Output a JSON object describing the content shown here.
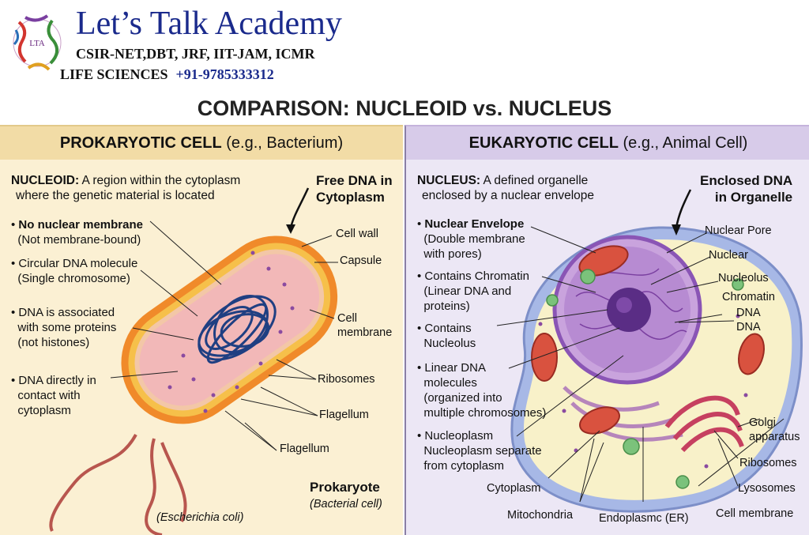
{
  "brand": {
    "logo_text": "LTA",
    "title": "Let’s Talk Academy",
    "exams": "CSIR-NET,DBT, JRF, IIT-JAM, ICMR",
    "subject": "LIFE SCIENCES",
    "phone": "+91-9785333312"
  },
  "main_title": "COMPARISON: NUCLEOID vs. NUCLEUS",
  "left": {
    "header_bold": "PROKARYOTIC CELL",
    "header_rest": " (e.g., Bacterium)",
    "definition_term": "NUCLEOID:",
    "definition_line1": " A region within the cytoplasm",
    "definition_line2": "where the genetic material is located",
    "callout_line1": "Free DNA in",
    "callout_line2": "Cytoplasm",
    "bullets": [
      {
        "title": "No nuclear membrane",
        "sub": [
          "(Not membrane-bound)"
        ]
      },
      {
        "title": "Circular DNA molecule",
        "sub": [
          "(Single chromosome)"
        ]
      },
      {
        "title": "DNA is associated",
        "sub": [
          "with some proteins",
          "(not histones)"
        ]
      },
      {
        "title": "DNA directly in",
        "sub": [
          "contact with",
          "cytoplasm"
        ]
      }
    ],
    "labels": {
      "cell_wall": "Cell wall",
      "capsule": "Capsule",
      "cell_membrane_1": "Cell",
      "cell_membrane_2": "membrane",
      "ribosomes": "Ribosomes",
      "flagellum_1": "Flagellum",
      "flagellum_2": "Flagellum"
    },
    "footer_bold": "Prokaryote",
    "footer_sub": "(Bacterial cell)",
    "species": "(Escherichia coli)"
  },
  "right": {
    "header_bold": "EUKARYOTIC CELL",
    "header_rest": " (e.g., Animal Cell)",
    "definition_term": "NUCLEUS:",
    "definition_line1": " A defined organelle",
    "definition_line2": "enclosed by a nuclear envelope",
    "callout_line1": "Enclosed DNA",
    "callout_line2": "in Organelle",
    "bullets": [
      {
        "title": "Nuclear Envelope",
        "sub": [
          "(Double membrane",
          "with pores)"
        ]
      },
      {
        "title": "Contains Chromatin",
        "sub": [
          "(Linear DNA and",
          "proteins)"
        ]
      },
      {
        "title": "Contains",
        "sub": [
          "Nucleolus"
        ]
      },
      {
        "title": "Linear DNA",
        "sub": [
          "molecules",
          "(organized into",
          "multiple chromosomes)"
        ]
      },
      {
        "title": "Nucleoplasm",
        "sub": [
          "Nucleoplasm separate",
          "from cytoplasm"
        ]
      }
    ],
    "labels": {
      "nuclear_pore": "Nuclear Pore",
      "nuclear": "Nuclear",
      "nucleolus": "Nucleolus",
      "chromatin": "Chromatin",
      "dna_1": "DNA",
      "dna_2": "DNA",
      "golgi_1": "Golgi",
      "golgi_2": "apparatus",
      "ribosomes": "Ribosomes",
      "lysosomes": "Lysosomes",
      "cell_membrane": "Cell membrane",
      "cytoplasm": "Cytoplasm",
      "mitochondria": "Mitochondria",
      "er": "Endoplasmc (ER)"
    }
  },
  "colors": {
    "brand_blue": "#1a2a8c",
    "left_panel": "#fbf0d3",
    "right_panel": "#ece7f5",
    "capsule_orange": "#f08a2a",
    "dna_blue": "#23407a",
    "nucleus_purple": "#8a55b5"
  }
}
